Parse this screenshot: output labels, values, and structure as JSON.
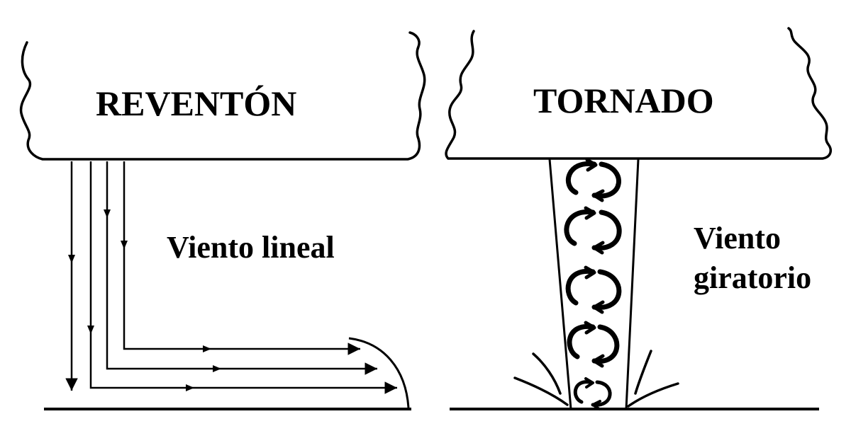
{
  "left_panel": {
    "title": "REVENTÓN",
    "caption": "Viento lineal"
  },
  "right_panel": {
    "title": "TORNADO",
    "caption_line1": "Viento",
    "caption_line2": "giratorio"
  },
  "colors": {
    "ink": "#000000",
    "background": "#ffffff"
  }
}
